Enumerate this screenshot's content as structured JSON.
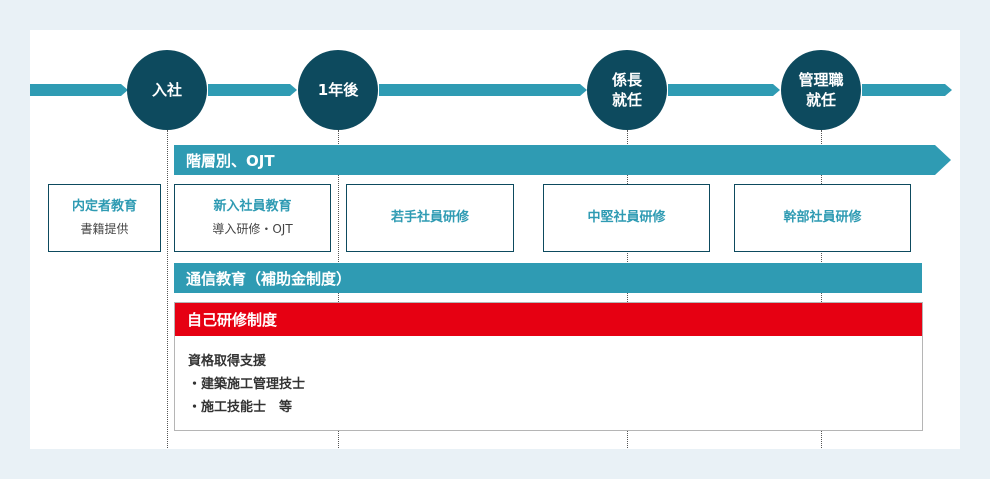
{
  "milestones": [
    {
      "label": "入社"
    },
    {
      "label": "1年後"
    },
    {
      "label": "係長\n就任"
    },
    {
      "label": "管理職\n就任"
    }
  ],
  "bars": {
    "hierarchy": "階層別、OJT",
    "correspondence": "通信教育（補助金制度）"
  },
  "stages": [
    {
      "title": "内定者教育",
      "sub": "書籍提供"
    },
    {
      "title": "新入社員教育",
      "sub": "導入研修・OJT"
    },
    {
      "title": "若手社員研修",
      "sub": ""
    },
    {
      "title": "中堅社員研修",
      "sub": ""
    },
    {
      "title": "幹部社員研修",
      "sub": ""
    }
  ],
  "self_development": {
    "title": "自己研修制度",
    "lines": [
      "資格取得支援",
      "・建築施工管理技士",
      "・施工技能士　等"
    ]
  },
  "colors": {
    "teal": "#2f9bb3",
    "navy": "#0d4a5e",
    "red": "#e60012",
    "background": "#e9f1f6"
  }
}
